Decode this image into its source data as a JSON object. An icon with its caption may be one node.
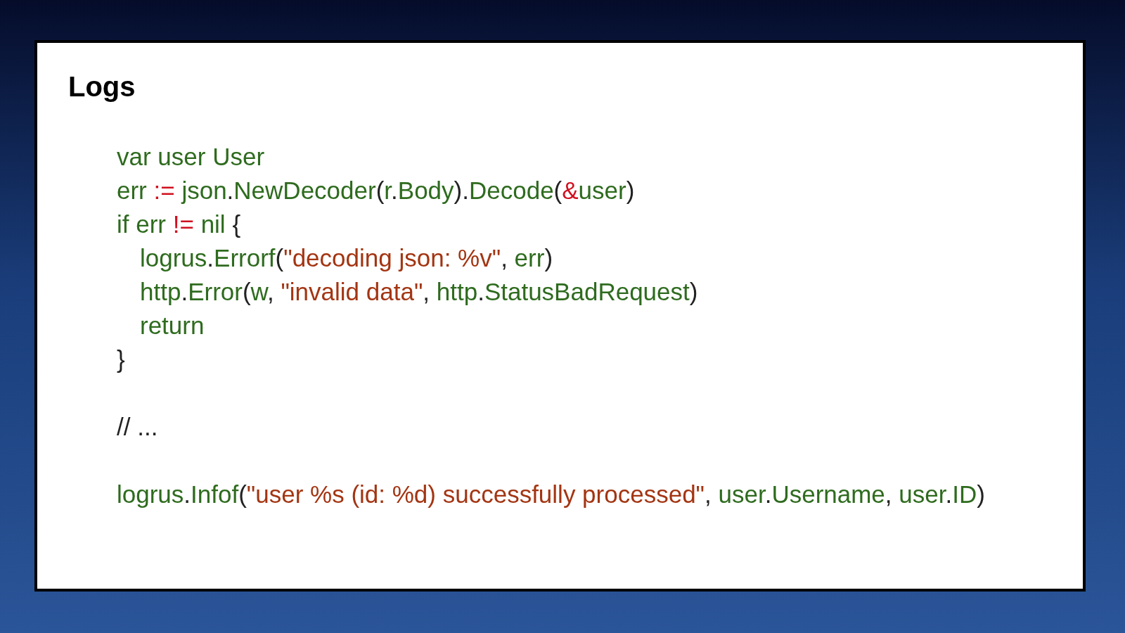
{
  "diagram": {
    "title": "Logs",
    "labels": [
      "var user User",
      "err := json.NewDecoder(r.Body).Decode(&user)",
      "if err != nil {",
      "logrus.Errorf(\"decoding json: %v\", err)",
      "http.Error(w, \"invalid data\", http.StatusBadRequest)",
      "return",
      "}",
      "// ...",
      "logrus.Infof(\"user %s (id: %d) successfully processed\", user.Username, user.ID)"
    ]
  }
}
